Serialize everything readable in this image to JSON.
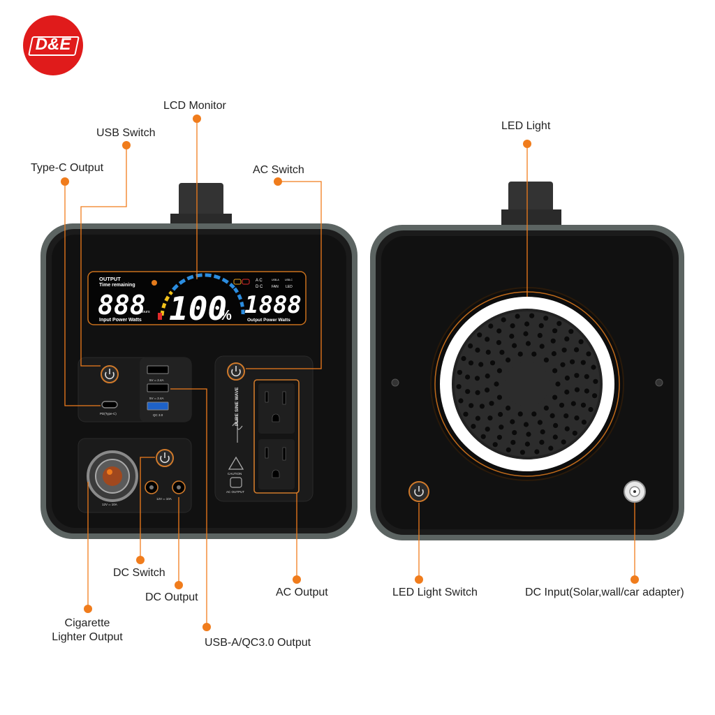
{
  "brand": {
    "logo_text": "D&E",
    "logo_color": "#e01b1b"
  },
  "accent_color": "#f07c1c",
  "callouts": {
    "lcd_monitor": "LCD Monitor",
    "usb_switch": "USB Switch",
    "type_c_output": "Type-C Output",
    "ac_switch": "AC Switch",
    "led_light": "LED Light",
    "dc_switch": "DC Switch",
    "dc_output": "DC Output",
    "ac_output": "AC Output",
    "cigarette_line1": "Cigarette",
    "cigarette_line2": "Lighter Output",
    "usb_a_output": "USB-A/QC3.0 Output",
    "led_light_switch": "LED Light Switch",
    "dc_input": "DC Input(Solar,wall/car adapter)"
  },
  "lcd": {
    "output_label": "OUTPUT",
    "time_remaining": "Time remaining",
    "hours_digits": "888",
    "hours_label": "Hours",
    "percent_digits": "100",
    "percent_sign": "%",
    "watts_digits": "1888",
    "input_power": "Input Power  Watts",
    "output_power": "Output Power  Watts",
    "ac_label": "A C",
    "dc_label": "D C",
    "usb_label": "USB-A",
    "usbc_label": "USB-C",
    "fan_label": "FAN",
    "led_label": "LED"
  },
  "panel_labels": {
    "usb_top": "5V ═ 2.4A",
    "usb_mid": "5V ═ 2.4A",
    "qc": "QC 3.0",
    "pd": "PD(Type-C)",
    "pure_sine": "PURE SINE WAVE",
    "caution": "CAUTION",
    "ac_output": "AC OUTPUT",
    "dc_rating": "12V ═ 10A",
    "cig_rating": "12V ═ 10A"
  }
}
